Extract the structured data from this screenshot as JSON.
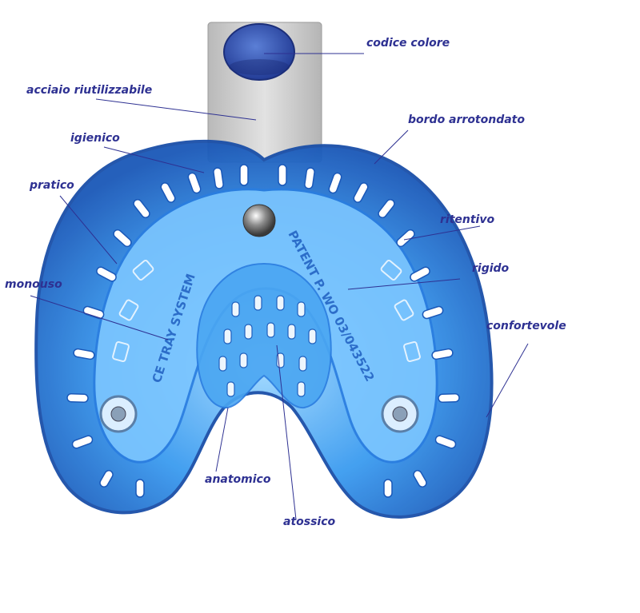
{
  "colors": {
    "label_text": "#2e3192",
    "leader_line": "#2e3192",
    "tray_blue": "#2f8fe8",
    "tray_dark": "#1a4fa8",
    "steel": "#c9c9c9",
    "color_code_button": "#2e4fb0"
  },
  "tray_imprint": {
    "left": "CE TRAY SYSTEM",
    "right": "PATENT P. WO 03/043522"
  },
  "labels": {
    "codice_colore": "codice colore",
    "acciaio_riutilizzabile": "acciaio riutilizzabile",
    "bordo_arrotondato": "bordo arrotondato",
    "igienico": "igienico",
    "pratico": "pratico",
    "ritentivo": "ritentivo",
    "rigido": "rigido",
    "monouso": "monouso",
    "confortevole": "confortevole",
    "anatomico": "anatomico",
    "atossico": "atossico"
  }
}
